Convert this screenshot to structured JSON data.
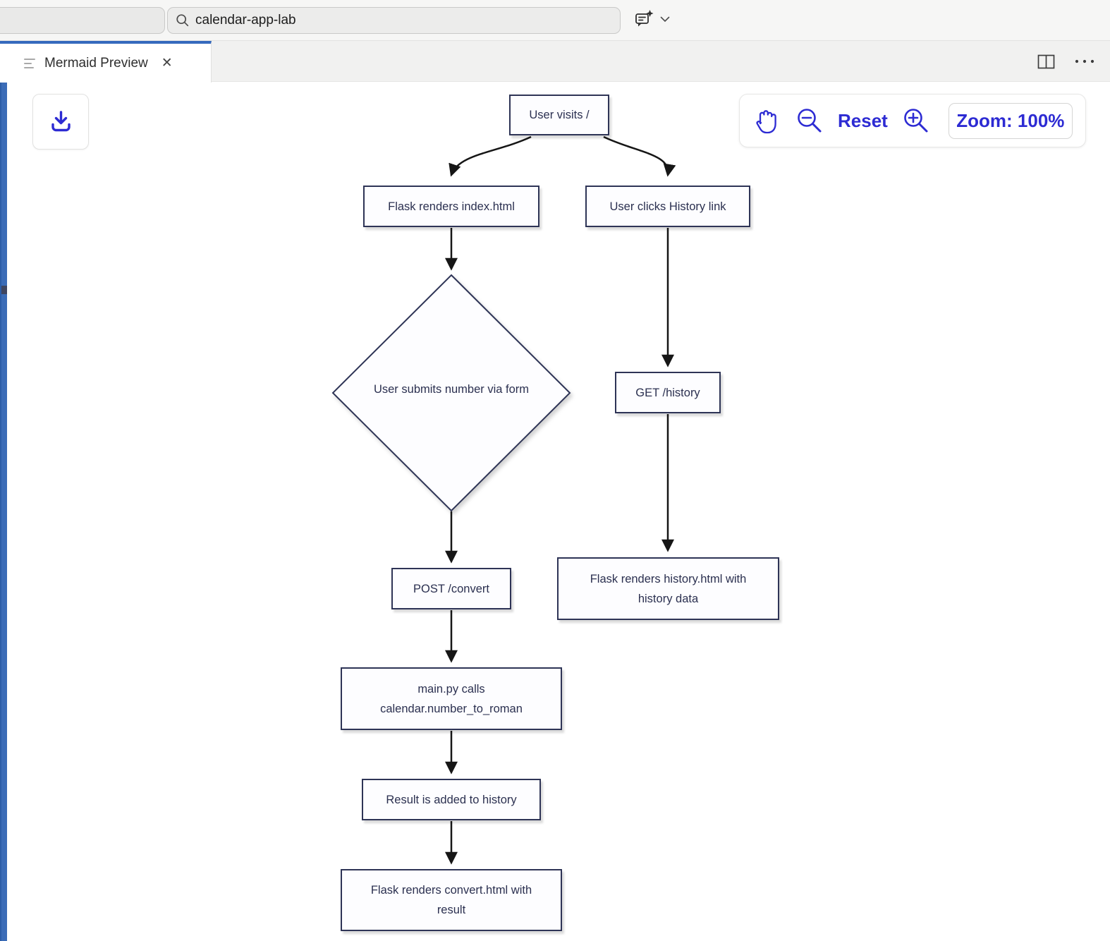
{
  "window": {
    "search_value": "calendar-app-lab",
    "tab_title": "Mermaid Preview",
    "close_glyph": "✕"
  },
  "toolbar": {
    "reset_label": "Reset",
    "zoom_label": "Zoom: 100%"
  },
  "icons": {
    "search-icon": "magnifier",
    "copilot-icon": "chat-sparkle",
    "chevron-down-icon": "⌄",
    "preview-list-icon": "hamburger-lines",
    "split-editor-icon": "split-rectangle",
    "ellipsis-icon": "⋯",
    "download-icon": "arrow-into-tray",
    "pan-hand-icon": "hand",
    "zoom-out-icon": "magnifier-minus",
    "zoom-in-icon": "magnifier-plus"
  },
  "colors": {
    "accent_blue": "#2d2bd3",
    "strip_blue": "#3b6cb7",
    "node_border": "#2e3456",
    "node_text": "#2b3050",
    "edge_stroke": "#161616"
  },
  "diagram": {
    "nodes": [
      {
        "id": "user-visits",
        "shape": "rect",
        "lines": [
          "User visits /"
        ]
      },
      {
        "id": "flask-index",
        "shape": "rect",
        "lines": [
          "Flask renders index.html"
        ]
      },
      {
        "id": "user-clicks-history",
        "shape": "rect",
        "lines": [
          "User clicks History link"
        ]
      },
      {
        "id": "submit-decision",
        "shape": "diamond",
        "lines": [
          "User submits number via form"
        ]
      },
      {
        "id": "get-history",
        "shape": "rect",
        "lines": [
          "GET /history"
        ]
      },
      {
        "id": "post-convert",
        "shape": "rect",
        "lines": [
          "POST /convert"
        ]
      },
      {
        "id": "flask-history",
        "shape": "rect",
        "lines": [
          "Flask renders history.html with",
          "history data"
        ]
      },
      {
        "id": "main-py",
        "shape": "rect",
        "lines": [
          "main.py calls",
          "calendar.number_to_roman"
        ]
      },
      {
        "id": "result-history",
        "shape": "rect",
        "lines": [
          "Result is added to history"
        ]
      },
      {
        "id": "flask-convert",
        "shape": "rect",
        "lines": [
          "Flask renders convert.html with",
          "result"
        ]
      }
    ],
    "edges": [
      {
        "from": "user-visits",
        "to": "flask-index"
      },
      {
        "from": "user-visits",
        "to": "user-clicks-history"
      },
      {
        "from": "flask-index",
        "to": "submit-decision"
      },
      {
        "from": "submit-decision",
        "to": "post-convert"
      },
      {
        "from": "post-convert",
        "to": "main-py"
      },
      {
        "from": "main-py",
        "to": "result-history"
      },
      {
        "from": "result-history",
        "to": "flask-convert"
      },
      {
        "from": "user-clicks-history",
        "to": "get-history"
      },
      {
        "from": "get-history",
        "to": "flask-history"
      }
    ]
  }
}
